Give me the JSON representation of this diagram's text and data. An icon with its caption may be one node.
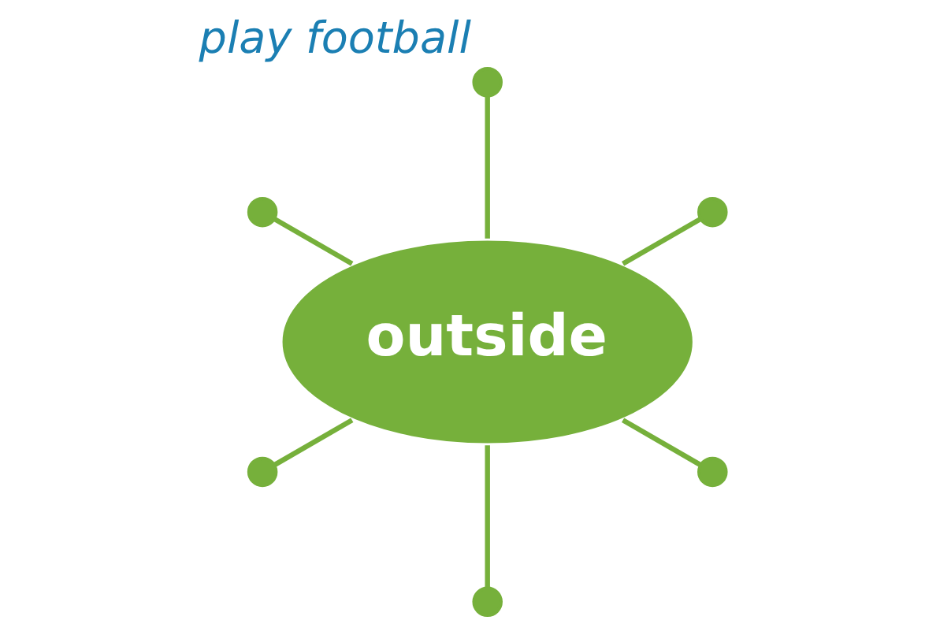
{
  "diagram": {
    "nodes": [
      {
        "text": [
          "outside"
        ]
      },
      {
        "text": [],
        "shape": "circle"
      },
      {
        "text": [],
        "shape": "circle",
        "beside": [
          "play football"
        ]
      },
      {
        "text": [],
        "shape": "circle"
      },
      {
        "text": [],
        "shape": "circle"
      },
      {
        "text": [],
        "shape": "circle"
      },
      {
        "text": [],
        "shape": "circle"
      }
    ],
    "edges": [
      {
        "from": 0,
        "to": 4,
        "arrow": "none"
      },
      {
        "from": 0,
        "to": 2,
        "arrow": "none"
      },
      {
        "from": 0,
        "to": 1,
        "arrow": "none"
      },
      {
        "from": 0,
        "to": 3,
        "arrow": "none"
      },
      {
        "from": 0,
        "to": 5,
        "arrow": "none"
      },
      {
        "from": 0,
        "to": 6,
        "arrow": "none"
      }
    ]
  }
}
